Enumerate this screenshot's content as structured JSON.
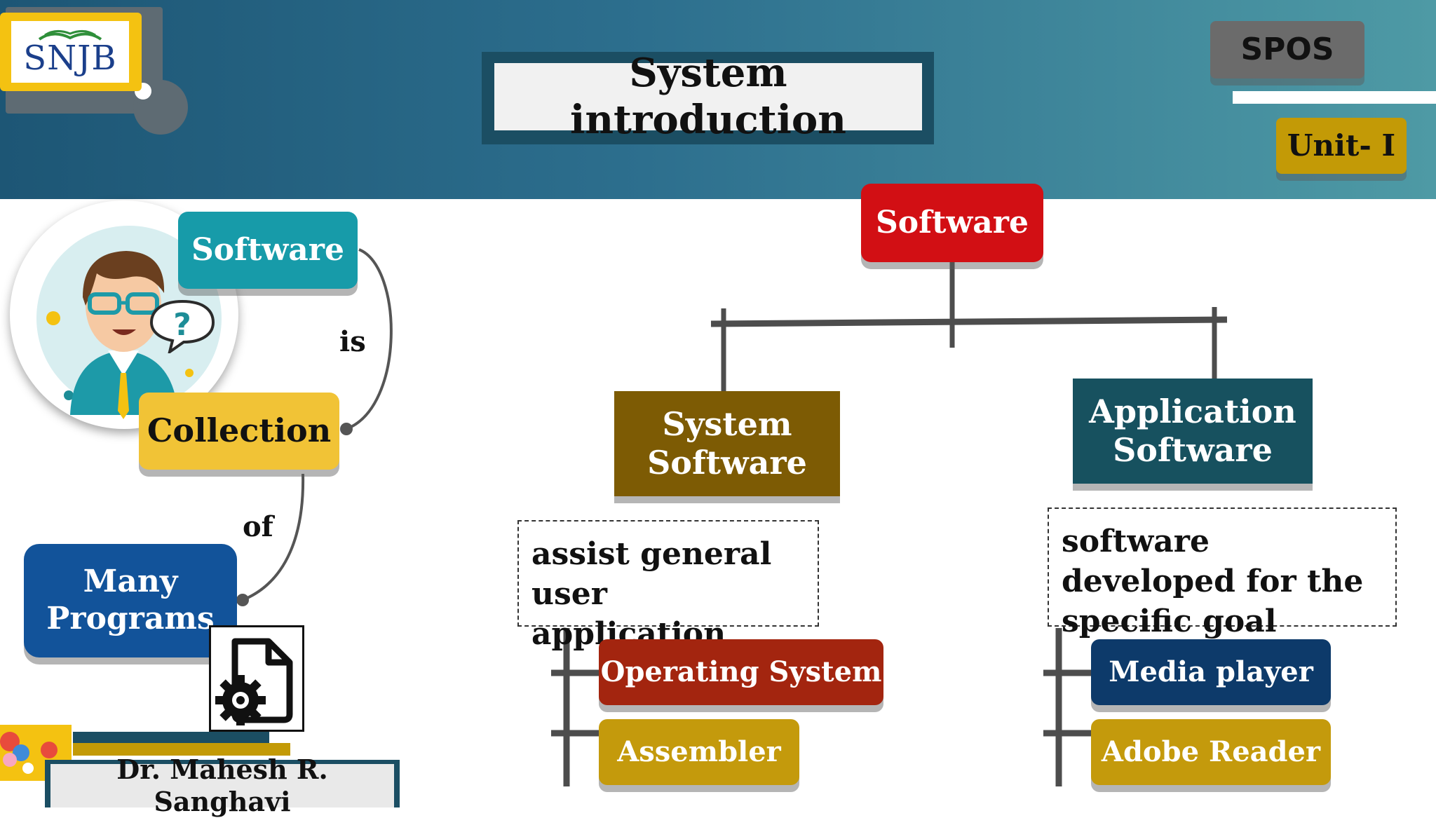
{
  "header": {
    "logo_text": "SNJB",
    "title": "System introduction",
    "course": "SPOS",
    "unit": "Unit- I"
  },
  "definition": {
    "software": "Software",
    "is_label": "is",
    "collection": "Collection",
    "of_label": "of",
    "many_programs": "Many Programs"
  },
  "tree": {
    "root": "Software",
    "system_software": {
      "label": "System Software",
      "description": "assist general user application",
      "examples": [
        "Operating System",
        "Assembler"
      ]
    },
    "application_software": {
      "label": "Application Software",
      "description": "software developed for the specific goal",
      "examples": [
        "Media player",
        "Adobe Reader"
      ]
    }
  },
  "footer": {
    "author": "Dr. Mahesh R. Sanghavi"
  }
}
